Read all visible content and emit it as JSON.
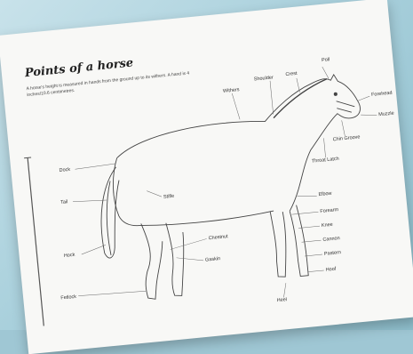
{
  "sheet": {
    "title": "Points of a horse",
    "subtitle": "A horse's height is measured in hands from the ground up to its withers. A hand is 4 inches/10.6 centimetres."
  },
  "labels": {
    "poll": "Poll",
    "crest": "Crest",
    "shoulder": "Shoulder",
    "withers": "Withers",
    "forehead": "Forehead",
    "muzzle": "Muzzle",
    "chin_groove": "Chin Groove",
    "throat_latch": "Throat Latch",
    "dock": "Dock",
    "tail": "Tail",
    "stifle": "Stifle",
    "hock": "Hock",
    "chestnut": "Chestnut",
    "gaskin": "Gaskin",
    "elbow": "Elbow",
    "forearm": "Forearm",
    "knee": "Knee",
    "cannon": "Cannon",
    "pastern": "Pastern",
    "hoof": "Hoof",
    "heel": "Heel",
    "fetlock": "Fetlock"
  },
  "colors": {
    "background": "#9fc7d4",
    "paper": "#f8f8f6",
    "ink": "#333333"
  }
}
